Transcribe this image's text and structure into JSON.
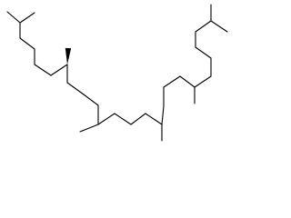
{
  "diagram": {
    "type": "skeletal-structural-formula",
    "line_color": "#000000",
    "background_color": "#ffffff",
    "stereo_bonds": [
      {
        "from": 9,
        "to": 10,
        "style": "wedge"
      }
    ],
    "bonds": [
      [
        0,
        1
      ],
      [
        1,
        2
      ],
      [
        1,
        3
      ],
      [
        3,
        4
      ],
      [
        4,
        5
      ],
      [
        5,
        6
      ],
      [
        6,
        7
      ],
      [
        7,
        8
      ],
      [
        7,
        9
      ],
      [
        9,
        10
      ],
      [
        10,
        11
      ],
      [
        11,
        12
      ],
      [
        12,
        13
      ],
      [
        13,
        14
      ],
      [
        13,
        15
      ],
      [
        15,
        16
      ],
      [
        16,
        17
      ],
      [
        17,
        18
      ],
      [
        18,
        19
      ],
      [
        19,
        20
      ],
      [
        20,
        21
      ],
      [
        20,
        22
      ],
      [
        22,
        23
      ],
      [
        23,
        24
      ],
      [
        24,
        25
      ],
      [
        25,
        26
      ],
      [
        25,
        27
      ],
      [
        27,
        28
      ],
      [
        28,
        29
      ],
      [
        29,
        30
      ],
      [
        30,
        31
      ],
      [
        30,
        32
      ]
    ]
  }
}
